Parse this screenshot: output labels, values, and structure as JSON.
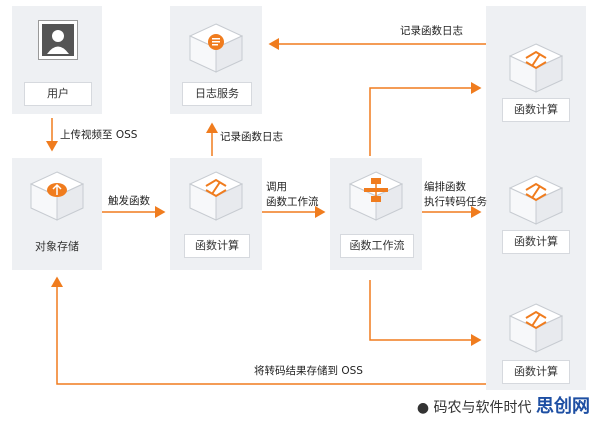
{
  "nodes": {
    "user": "用户",
    "log_service": "日志服务",
    "object_storage": "对象存储",
    "fc_trigger": "函数计算",
    "workflow": "函数工作流",
    "fc_top": "函数计算",
    "fc_mid": "函数计算",
    "fc_bottom": "函数计算"
  },
  "edges": {
    "upload": "上传视频至 OSS",
    "trigger": "触发函数",
    "log_from_fc": "记录函数日志",
    "invoke_workflow_1": "调用",
    "invoke_workflow_2": "函数工作流",
    "dispatch_1": "编排函数",
    "dispatch_2": "执行转码任务",
    "log_from_right": "记录函数日志",
    "store_result": "将转码结果存储到 OSS"
  },
  "watermark": {
    "text": "码农与软件时代",
    "brand": "思创网"
  },
  "colors": {
    "accent": "#f07c1e",
    "panel": "#eef0f3",
    "arrow_gray": "#888888"
  }
}
